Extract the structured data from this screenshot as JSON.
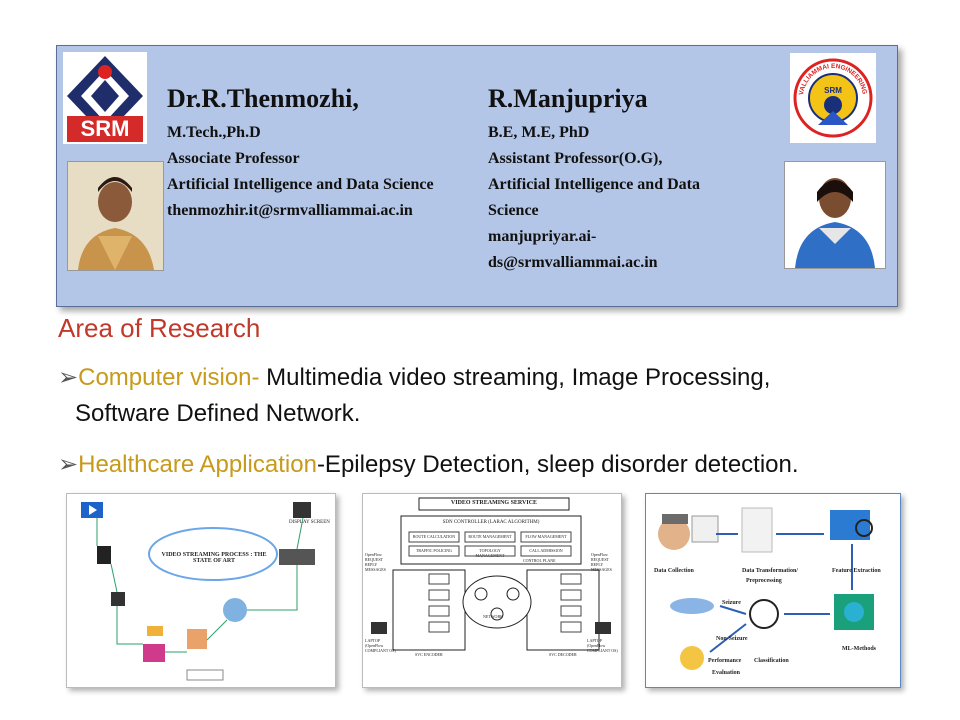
{
  "faculty": [
    {
      "name": "Dr.R.Thenmozhi,",
      "lines": [
        "M.Tech.,Ph.D",
        "Associate Professor",
        "Artificial Intelligence and Data Science",
        "thenmozhir.it@srmvalliammai.ac.in"
      ]
    },
    {
      "name": "R.Manjupriya",
      "lines": [
        "B.E, M.E, PhD",
        "Assistant Professor(O.G),",
        "Artificial Intelligence and Data",
        "Science",
        "manjupriyar.ai-",
        "ds@srmvalliammai.ac.in"
      ]
    }
  ],
  "logos": {
    "srm_text": "SRM",
    "college_ring_text": "VALLIAMMAI ENGINEERING COLLEGE",
    "college_badge_text": "SRM"
  },
  "research": {
    "title": "Area of Research",
    "bullets": [
      {
        "highlight": "Computer vision-",
        "text": " Multimedia video streaming, Image Processing,",
        "text2": "Software Defined Network."
      },
      {
        "highlight": "Healthcare Application",
        "text": "-Epilepsy Detection, sleep disorder detection."
      }
    ]
  },
  "diagram1": {
    "title": "VIDEO STREAMING PROCESS : THE STATE OF ART",
    "top_right_label": "DISPLAY SCREEN"
  },
  "diagram2": {
    "title": "VIDEO STREAMING SERVICE",
    "controller": "SDN CONTROLLER (LARAC ALGORITHM)",
    "modules": [
      "ROUTE CALCULATION",
      "ROUTE MANAGEMENT",
      "FLOW MANAGEMENT",
      "TRAFFIC POLICING",
      "TOPOLOGY MANAGEMENT",
      "CALL ADMISSION"
    ],
    "control_plane": "CONTROL PLANE",
    "network": "NETWORK",
    "left_caption": "OpenFlow REQUEST REPLY MESSAGES",
    "right_caption": "OpenFlow REQUEST REPLY MESSAGES",
    "encoder": "SVC ENCODER",
    "decoder": "SVC DECODER",
    "left_device": "LAPTOP (OpenFlow COMPLIANT OS)",
    "right_device": "LAPTOP (OpenFlow COMPLIANT OS)"
  },
  "diagram3": {
    "labels": [
      "Data Collection",
      "Data Transformation/",
      "Preprocessing",
      "Feature Extraction",
      "ML-Methods",
      "Classification",
      "Performance",
      "Evaluation",
      "Seizure",
      "Non-Seizure"
    ]
  }
}
